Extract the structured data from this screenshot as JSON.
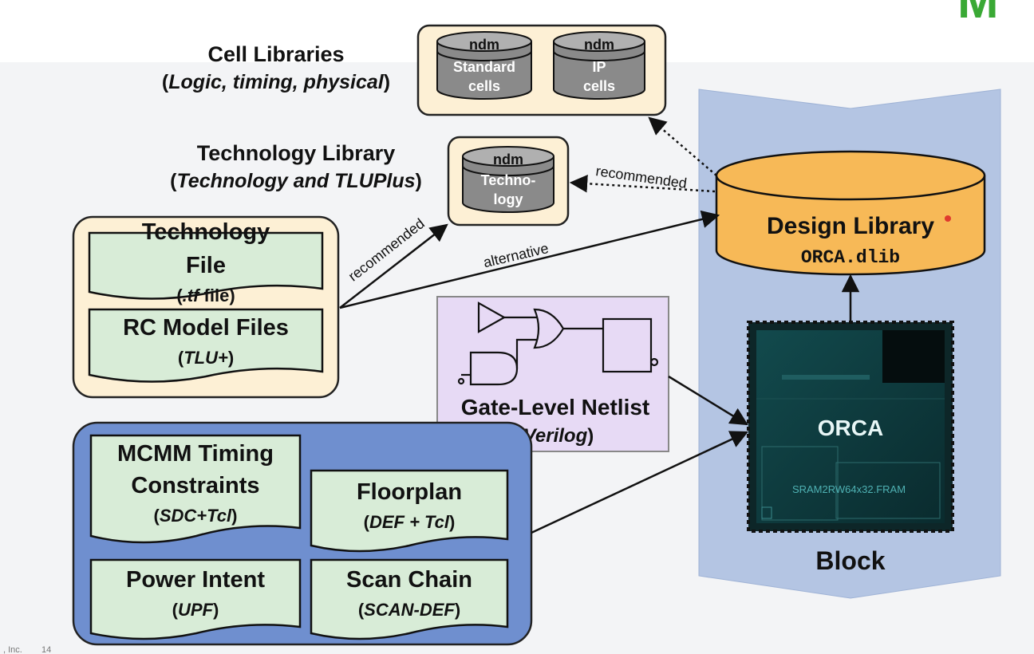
{
  "logo_fragment": "M",
  "footer": {
    "company": ", Inc.",
    "page": "14"
  },
  "cell_libraries": {
    "title": "Cell Libraries",
    "subtitle_open": "(",
    "subtitle_italic": "Logic, timing, physical",
    "subtitle_close": ")",
    "db1": {
      "tag": "ndm",
      "line1": "Standard",
      "line2": "cells"
    },
    "db2": {
      "tag": "ndm",
      "line1": "IP",
      "line2": "cells"
    }
  },
  "technology_library": {
    "title": "Technology Library",
    "subtitle_open": "(",
    "subtitle_italic": "Technology and TLUPlus",
    "subtitle_close": ")",
    "db": {
      "tag": "ndm",
      "line1": "Techno-",
      "line2": "logy"
    }
  },
  "tech_files": {
    "tech_file": {
      "line1": "Technology",
      "line2": "File",
      "sub_open": "(",
      "sub_italic": ".tf",
      "sub_rest": " file",
      "sub_close": ")"
    },
    "rc_model": {
      "title": "RC Model Files",
      "sub_open": "(",
      "sub_italic": "TLU+",
      "sub_close": ")"
    }
  },
  "netlist": {
    "title": "Gate-Level Netlist",
    "sub_open": "(",
    "sub_italic": "Verilog",
    "sub_close": ")"
  },
  "constraints": {
    "mcmm": {
      "line1": "MCMM Timing",
      "line2": "Constraints",
      "sub_open": "(",
      "sub_italic": "SDC+Tcl",
      "sub_close": ")"
    },
    "floorplan": {
      "title": "Floorplan",
      "sub_open": "(",
      "sub_italic": "DEF + Tcl",
      "sub_close": ")"
    },
    "power": {
      "title": "Power Intent",
      "sub_open": "(",
      "sub_italic": "UPF",
      "sub_close": ")"
    },
    "scan": {
      "title": "Scan Chain",
      "sub_open": "(",
      "sub_italic": "SCAN-DEF",
      "sub_close": ")"
    }
  },
  "design_library": {
    "title": "Design Library",
    "file": "ORCA.dlib"
  },
  "block": {
    "label": "Block",
    "chip_name": "ORCA",
    "macro_label": "SRAM2RW64x32.FRAM"
  },
  "edge_labels": {
    "recommended_cell": "recommended",
    "recommended_tech": "recommended",
    "alternative": "alternative"
  },
  "colors": {
    "cream_fill": "#fdf0d5",
    "doc_fill": "#d8ecd7",
    "blue_panel": "#6f8fcf",
    "purple_fill": "#e7daf5",
    "block_band": "#b4c5e3",
    "db_orange": "#f7b957",
    "db_gray": "#8a8a8a",
    "chip_dark": "#0f3b3f",
    "logo_green": "#3aa935"
  }
}
